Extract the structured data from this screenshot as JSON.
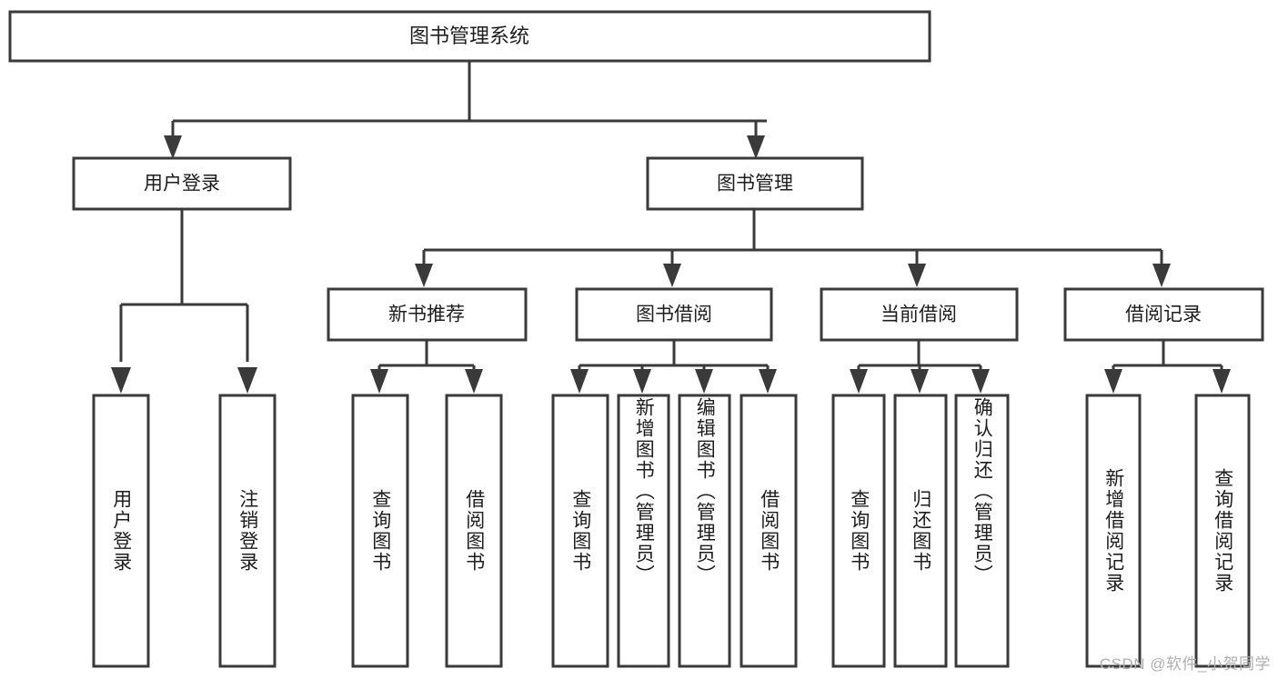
{
  "diagram": {
    "title": "图书管理系统",
    "type": "hierarchy-tree",
    "colors": {
      "box_stroke": "#3a3a3a",
      "box_fill": "#ffffff",
      "text": "#1d1d1d",
      "background": "#ffffff",
      "watermark": "#b0b0b0"
    },
    "root": {
      "label": "图书管理系统"
    },
    "level2": [
      {
        "label": "用户登录"
      },
      {
        "label": "图书管理"
      }
    ],
    "level3": [
      {
        "label": "新书推荐"
      },
      {
        "label": "图书借阅"
      },
      {
        "label": "当前借阅"
      },
      {
        "label": "借阅记录"
      }
    ],
    "leaves": {
      "user_login": [
        {
          "label": "用户登录"
        },
        {
          "label": "注销登录"
        }
      ],
      "new_book_recommend": [
        {
          "label": "查询图书"
        },
        {
          "label": "借阅图书"
        }
      ],
      "book_borrow": [
        {
          "label": "查询图书"
        },
        {
          "label": "新增图书（管理员）"
        },
        {
          "label": "编辑图书（管理员）"
        },
        {
          "label": "借阅图书"
        }
      ],
      "current_borrow": [
        {
          "label": "查询图书"
        },
        {
          "label": "归还图书"
        },
        {
          "label": "确认归还（管理员）"
        }
      ],
      "borrow_record": [
        {
          "label": "新增借阅记录"
        },
        {
          "label": "查询借阅记录"
        }
      ]
    },
    "watermark": "CSDN @软件_小贺同学"
  }
}
